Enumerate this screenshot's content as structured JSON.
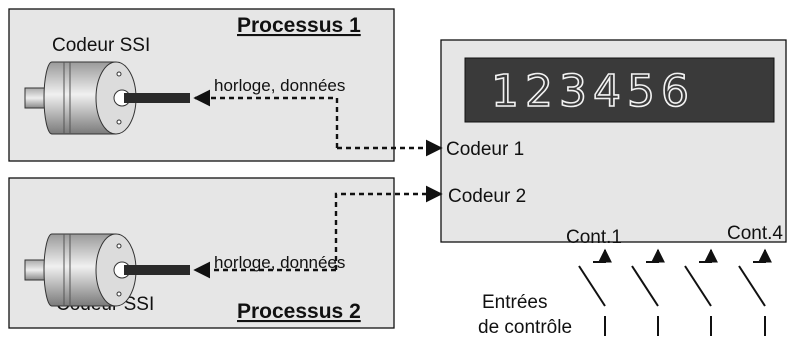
{
  "process1": {
    "title": "Processus 1",
    "encoder_label": "Codeur SSI",
    "signal_label": "horloge, données"
  },
  "process2": {
    "title": "Processus 2",
    "encoder_label": "Codeur SSI",
    "signal_label": "horloge, données"
  },
  "display": {
    "value": "123456"
  },
  "device": {
    "input1_label": "Codeur 1",
    "input2_label": "Codeur 2",
    "cont_first_label": "Cont.1",
    "cont_last_label": "Cont.4"
  },
  "control_inputs": {
    "line1": "Entrées",
    "line2": "de contrôle"
  },
  "colors": {
    "panel": "#e6e6e6",
    "display_bg": "#3a3a3a",
    "line": "#111111"
  }
}
